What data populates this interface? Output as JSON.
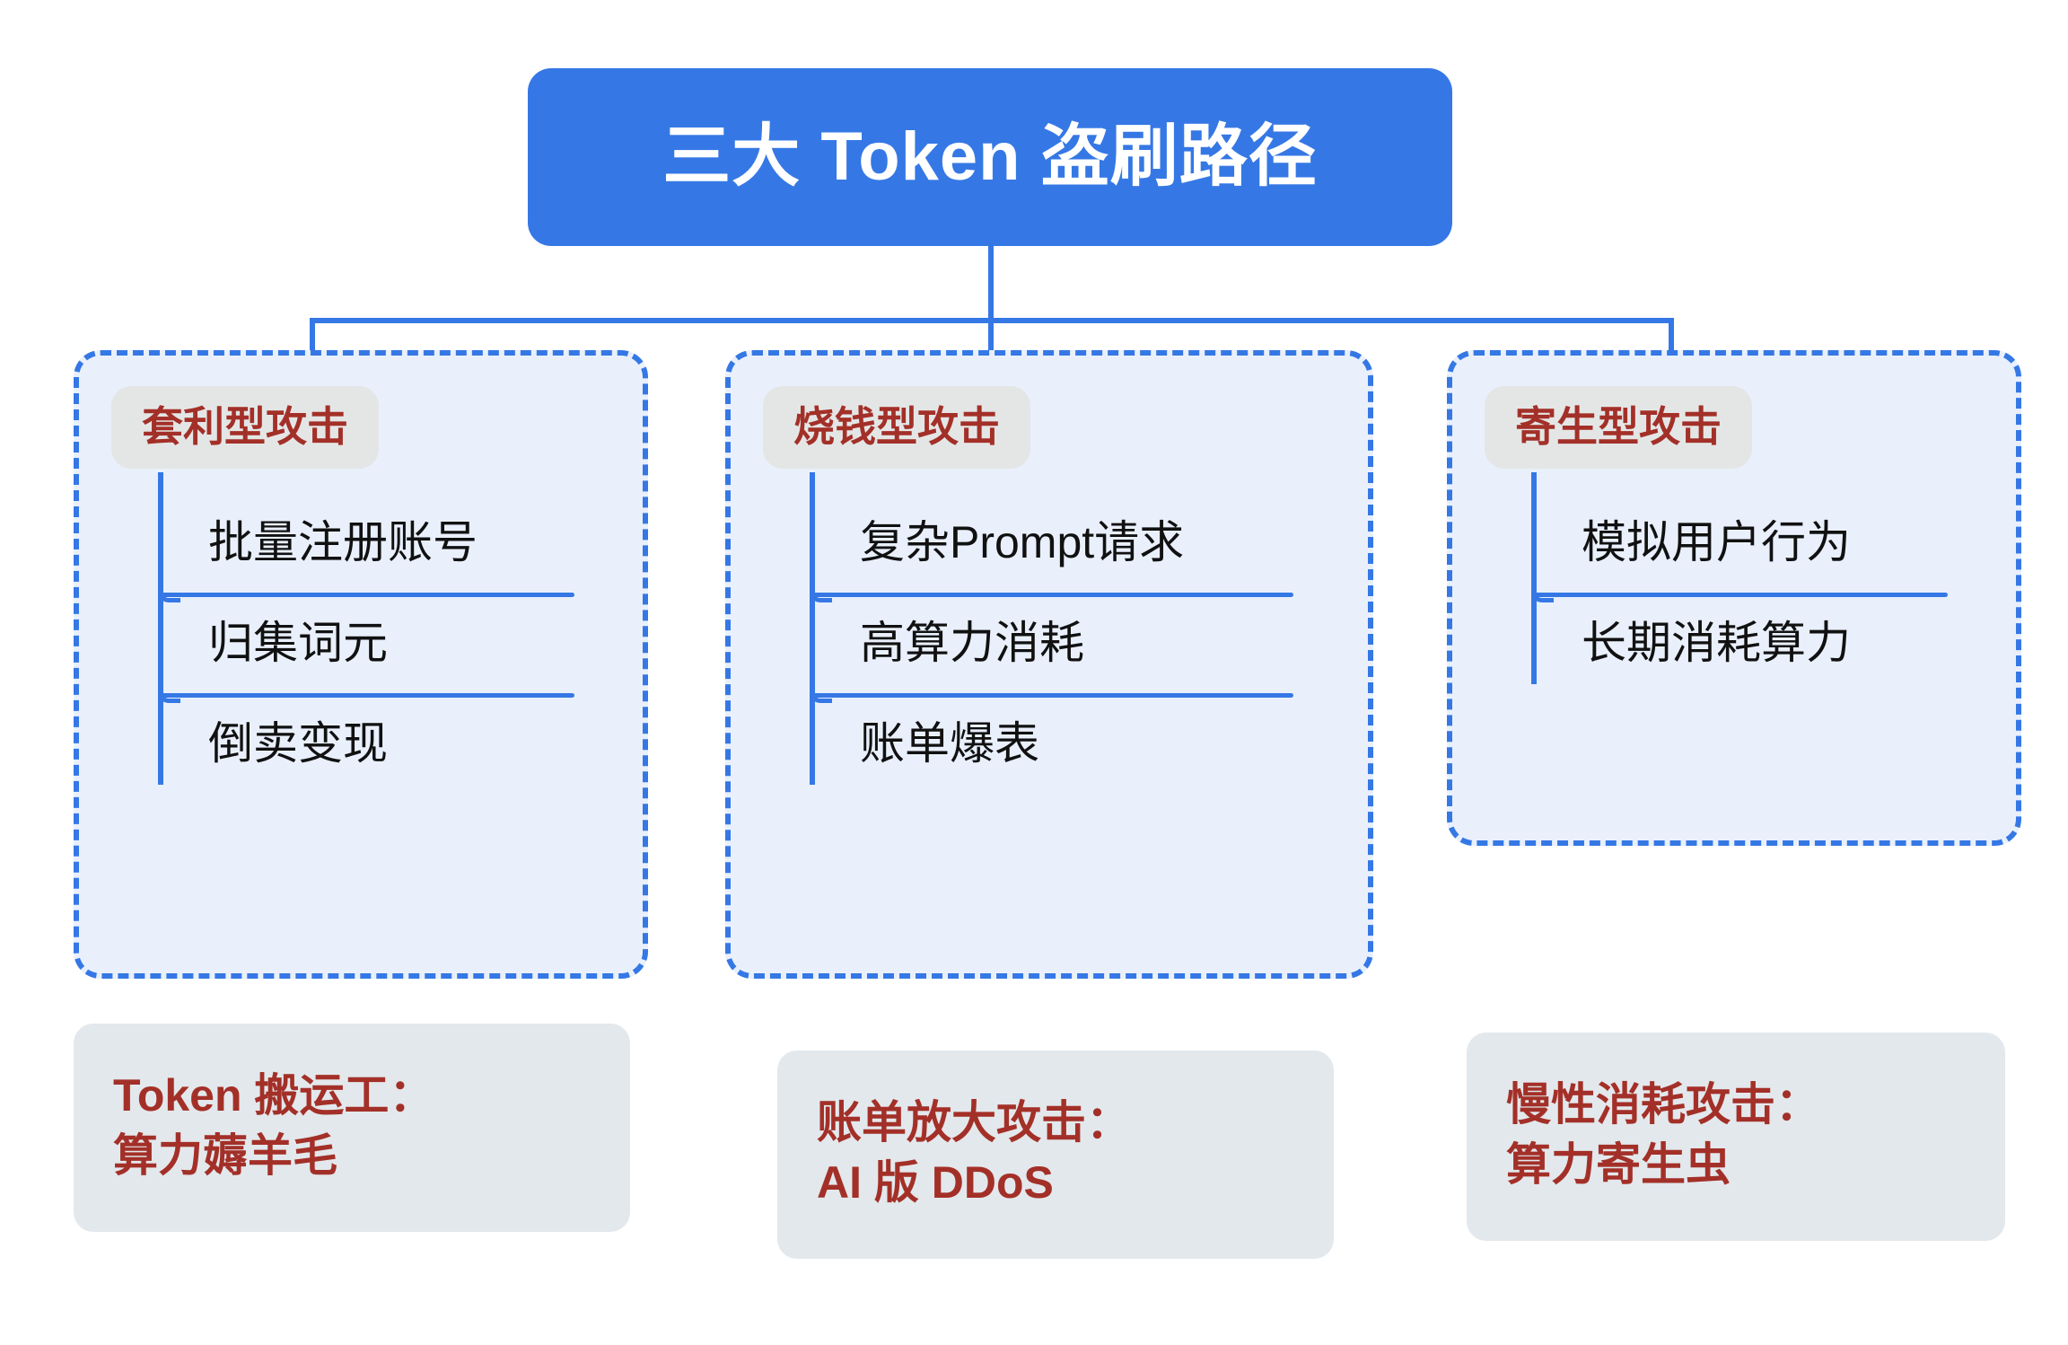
{
  "title": {
    "text": "三大 Token 盗刷路径",
    "bg_color": "#3578E5",
    "text_color": "#ffffff"
  },
  "theme": {
    "accent_blue": "#3578E5",
    "panel_fill": "#E9F0FC",
    "pill_gray": "#E4E6E6",
    "caption_gray": "#E3E8EC",
    "heading_red": "#A33028",
    "body_black": "#111111"
  },
  "columns": [
    {
      "header": "套利型攻击",
      "items": [
        "批量注册账号",
        "归集词元",
        "倒卖变现"
      ]
    },
    {
      "header": "烧钱型攻击",
      "items": [
        "复杂Prompt请求",
        "高算力消耗",
        "账单爆表"
      ]
    },
    {
      "header": "寄生型攻击",
      "items": [
        "模拟用户行为",
        "长期消耗算力"
      ]
    }
  ],
  "captions": [
    {
      "line1": "Token 搬运工：",
      "line2": "算力薅羊毛"
    },
    {
      "line1": "账单放大攻击：",
      "line2": "AI 版 DDoS"
    },
    {
      "line1": "慢性消耗攻击：",
      "line2": "算力寄生虫"
    }
  ]
}
